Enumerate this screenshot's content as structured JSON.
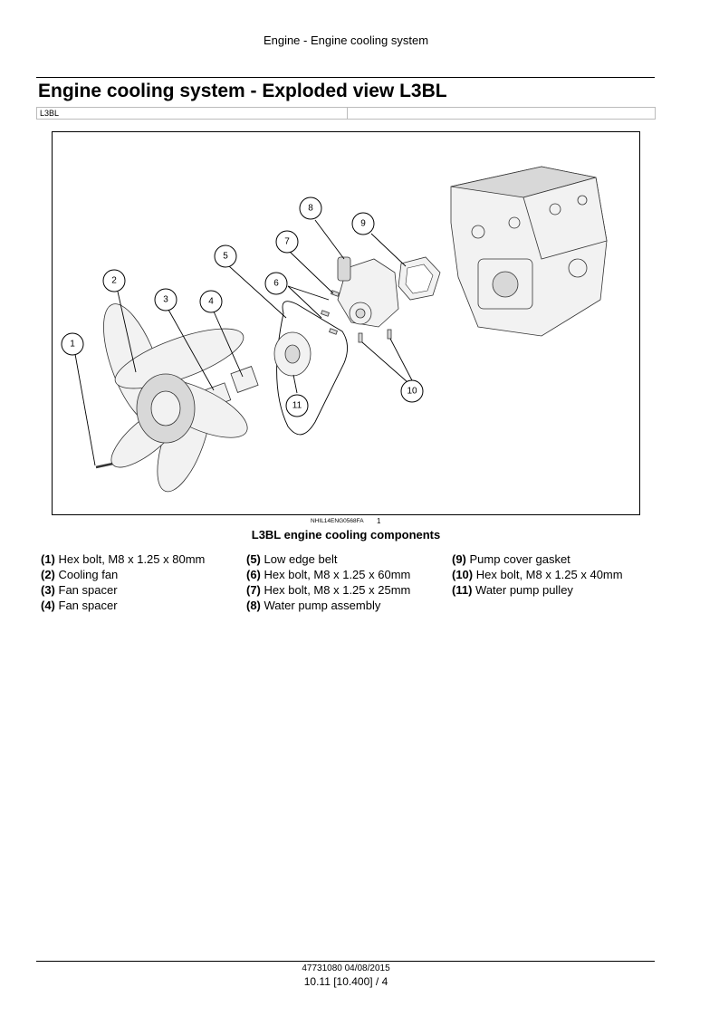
{
  "header": {
    "running_title": "Engine - Engine cooling system"
  },
  "title": "Engine cooling system - Exploded view L3BL",
  "applicability": "L3BL",
  "figure": {
    "code": "NHIL14ENG0568FA",
    "number": "1",
    "caption": "L3BL engine cooling components",
    "callouts": [
      "1",
      "2",
      "3",
      "4",
      "5",
      "6",
      "7",
      "8",
      "9",
      "10",
      "11"
    ]
  },
  "legend": [
    {
      "num": "(1)",
      "text": "Hex bolt, M8 x 1.25 x 80mm"
    },
    {
      "num": "(2)",
      "text": "Cooling fan"
    },
    {
      "num": "(3)",
      "text": "Fan spacer"
    },
    {
      "num": "(4)",
      "text": "Fan spacer"
    },
    {
      "num": "(5)",
      "text": "Low edge belt"
    },
    {
      "num": "(6)",
      "text": "Hex bolt, M8 x 1.25 x 60mm"
    },
    {
      "num": "(7)",
      "text": "Hex bolt, M8 x 1.25 x 25mm"
    },
    {
      "num": "(8)",
      "text": "Water pump assembly"
    },
    {
      "num": "(9)",
      "text": "Pump cover gasket"
    },
    {
      "num": "(10)",
      "text": "Hex bolt, M8 x 1.25 x 40mm"
    },
    {
      "num": "(11)",
      "text": "Water pump pulley"
    }
  ],
  "footer": {
    "doc_ref": "47731080 04/08/2015",
    "page": "10.11 [10.400] / 4"
  }
}
